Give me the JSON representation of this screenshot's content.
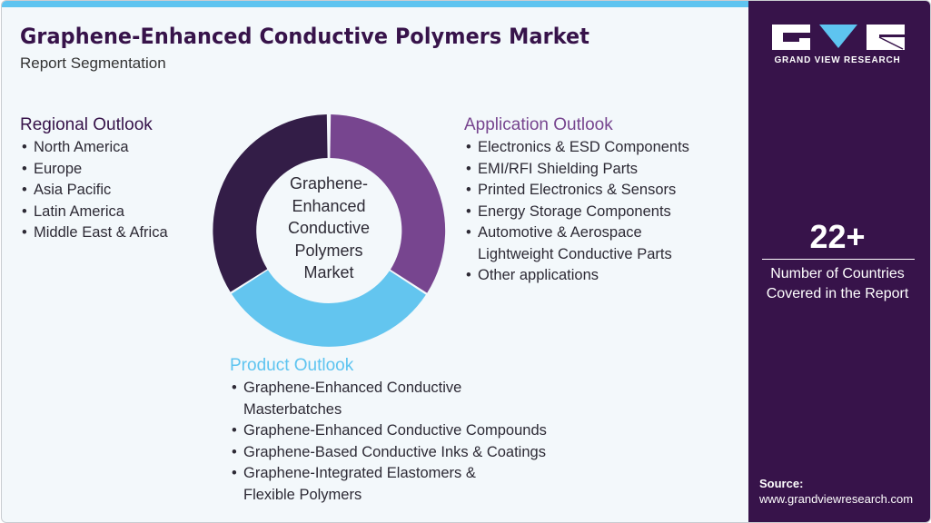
{
  "header": {
    "title": "Graphene-Enhanced Conductive Polymers Market",
    "subtitle": "Report Segmentation"
  },
  "colors": {
    "accent_bar": "#5ec4f0",
    "panel_bg": "#37134a",
    "regional": "#37134a",
    "application": "#77458f",
    "product": "#5ec4f0"
  },
  "regional": {
    "title": "Regional Outlook",
    "items": [
      "North America",
      "Europe",
      "Asia Pacific",
      "Latin America",
      "Middle East & Africa"
    ]
  },
  "application": {
    "title": "Application Outlook",
    "items": [
      "Electronics & ESD Components",
      "EMI/RFI Shielding Parts",
      "Printed Electronics & Sensors",
      "Energy Storage Components",
      "Automotive & Aerospace Lightweight Conductive Parts",
      "Other applications"
    ]
  },
  "product": {
    "title": "Product Outlook",
    "items": [
      "Graphene-Enhanced Conductive Masterbatches",
      "Graphene-Enhanced Conductive Compounds",
      "Graphene-Based Conductive Inks & Coatings",
      "Graphene-Integrated Elastomers & Flexible Polymers"
    ]
  },
  "donut": {
    "center_lines": [
      "Graphene-",
      "Enhanced",
      "Conductive",
      "Polymers",
      "Market"
    ],
    "segments": [
      {
        "name": "Application Outlook",
        "color": "#77458f"
      },
      {
        "name": "Product Outlook",
        "color": "#5ec4f0"
      },
      {
        "name": "Regional Outlook",
        "color": "#37134a"
      }
    ]
  },
  "brand": {
    "logo_text": "GRAND VIEW RESEARCH"
  },
  "stat": {
    "value": "22+",
    "label_line1": "Number of Countries",
    "label_line2": "Covered in the Report"
  },
  "source": {
    "label": "Source:",
    "url": "www.grandviewresearch.com"
  }
}
